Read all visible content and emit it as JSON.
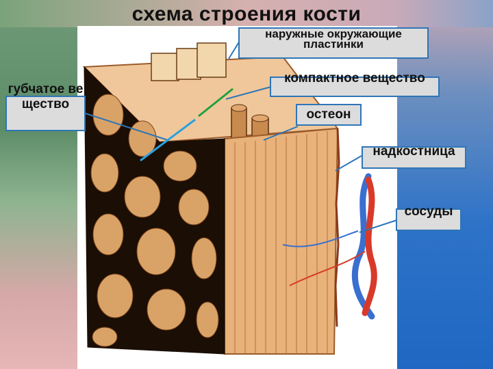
{
  "title": "схема строения кости",
  "labels": {
    "outer_plates": "наружные окружающие пластинки",
    "compact": "компактное вещество",
    "osteon": "остеон",
    "spongy": "губчатое вещество",
    "periosteum": "надкостница",
    "vessels": "сосуды"
  },
  "colors": {
    "label_border": "#2e75b6",
    "label_fill": "#dcdcdc",
    "pointer_blue": "#2e75b6",
    "pointer_green": "#20a040",
    "pointer_cyan": "#2aa0e0",
    "artery": "#d83a2a",
    "vein": "#3a6fd0",
    "bone": "#e8b27a",
    "trabecula": "#1a0e05"
  }
}
